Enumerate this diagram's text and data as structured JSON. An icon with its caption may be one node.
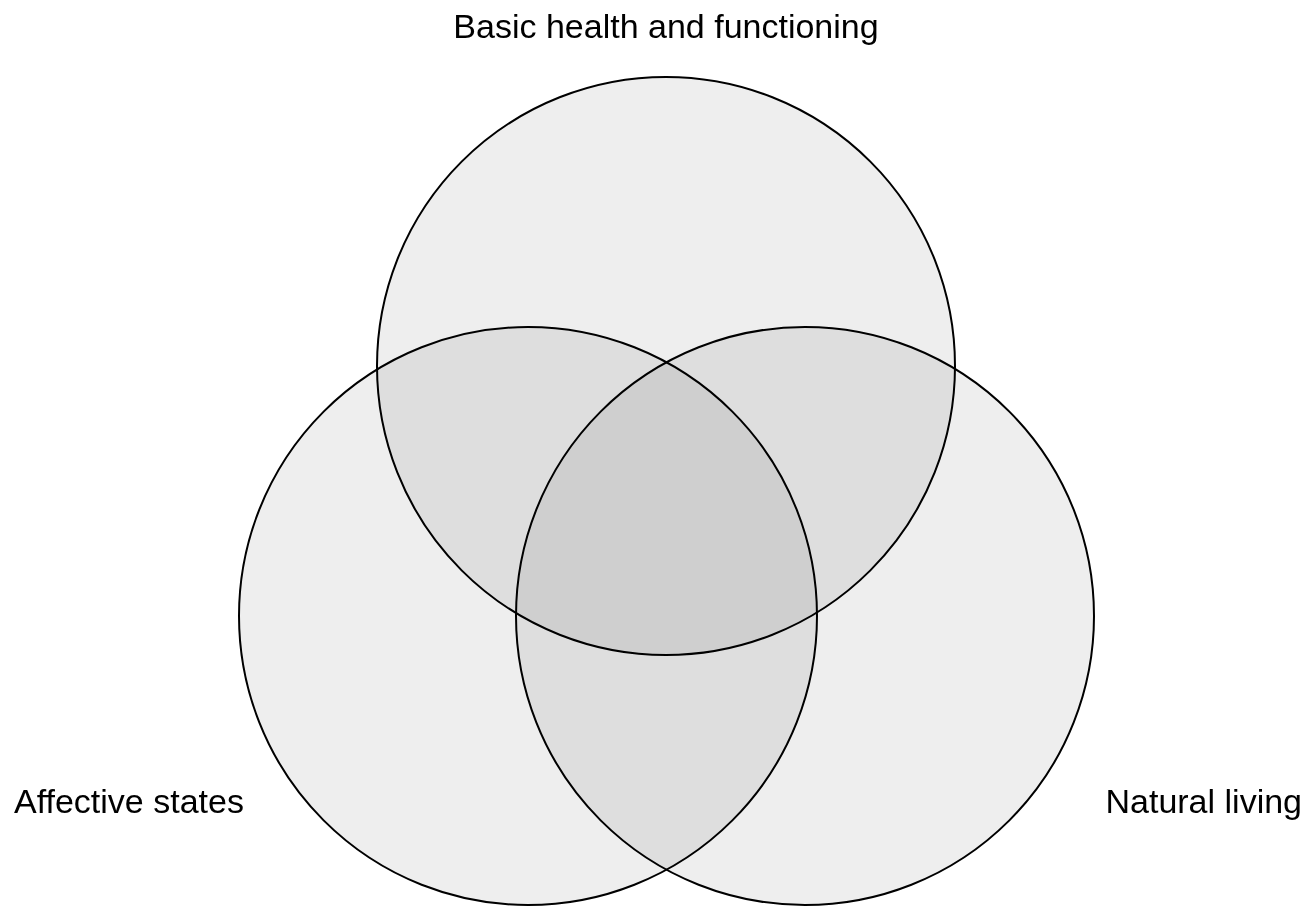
{
  "diagram": {
    "nodes": [
      {
        "text": [
          "Basic health and functioning"
        ]
      },
      {
        "text": [
          "Affective states"
        ]
      },
      {
        "text": [
          "Natural living"
        ]
      }
    ]
  }
}
